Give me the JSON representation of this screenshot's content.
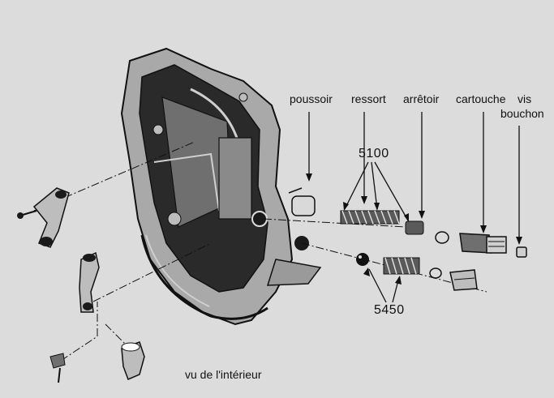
{
  "labels": {
    "poussoir": "poussoir",
    "ressort": "ressort",
    "arretoir": "arrêtoir",
    "cartouche": "cartouche",
    "vis": "vis",
    "bouchon": "bouchon",
    "ref_top": "5100",
    "ref_bottom": "5450",
    "caption": "vu de l'intérieur"
  },
  "colors": {
    "background": "#dcdcdc",
    "ink": "#111111",
    "metal_light": "#bdbdbd",
    "metal_dark": "#1a1a1a"
  }
}
